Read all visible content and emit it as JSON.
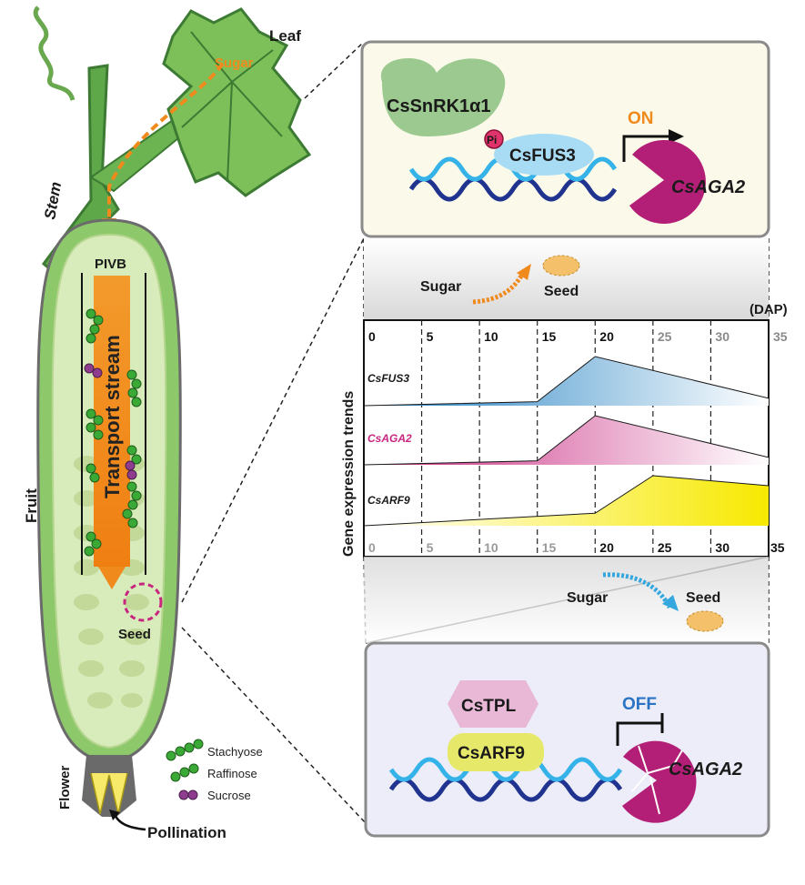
{
  "plant": {
    "leaf": "Leaf",
    "sugar": "Sugar",
    "stem": "Stem",
    "fruit": "Fruit",
    "pivb": "PIVB",
    "transport": "Transport stream",
    "seed": "Seed",
    "flower": "Flower",
    "pollination": "Pollination"
  },
  "legend": [
    {
      "label": "Stachyose",
      "color": "#3aa935"
    },
    {
      "label": "Raffinose",
      "color": "#3aa935"
    },
    {
      "label": "Sucrose",
      "color": "#8e3c8e"
    }
  ],
  "top_box": {
    "kinase": "CsSnRK1α1",
    "pi": "Pi",
    "tf": "CsFUS3",
    "state": "ON",
    "gene": "CsAGA2"
  },
  "bottom_box": {
    "corepressor": "CsTPL",
    "tf": "CsARF9",
    "state": "OFF",
    "gene": "CsAGA2"
  },
  "mid_top": {
    "sugar": "Sugar",
    "seed": "Seed"
  },
  "mid_bottom": {
    "sugar": "Sugar",
    "seed": "Seed"
  },
  "colors": {
    "orange": "#f18a1d",
    "fus3": "#2f8fd0",
    "aga2": "#c8267f",
    "arf9": "#f2e100",
    "kinase": "#9cc98f",
    "tpl": "#e8b8d6",
    "arf_box": "#e6e86a"
  },
  "chart_data": {
    "type": "area",
    "unit": "(DAP)",
    "ylabel": "Gene expression trends",
    "x": [
      0,
      5,
      10,
      15,
      20,
      25,
      30,
      35
    ],
    "x_ticks_top": [
      "0",
      "5",
      "10",
      "15",
      "20",
      "25",
      "30",
      "35"
    ],
    "x_ticks_bottom": [
      "0",
      "5",
      "10",
      "15",
      "20",
      "25",
      "30",
      "35"
    ],
    "series": [
      {
        "name": "CsFUS3",
        "points": [
          [
            0,
            0
          ],
          [
            15,
            0.08
          ],
          [
            20,
            1.0
          ],
          [
            35,
            0.15
          ]
        ]
      },
      {
        "name": "CsAGA2",
        "points": [
          [
            0,
            0
          ],
          [
            15,
            0.08
          ],
          [
            20,
            1.0
          ],
          [
            35,
            0.15
          ]
        ]
      },
      {
        "name": "CsARF9",
        "points": [
          [
            0,
            0
          ],
          [
            20,
            0.25
          ],
          [
            25,
            1.0
          ],
          [
            35,
            0.8
          ]
        ]
      }
    ]
  }
}
